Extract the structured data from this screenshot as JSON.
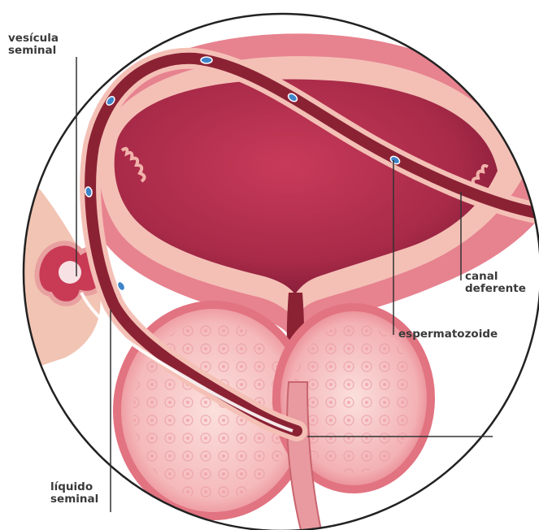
{
  "labels": {
    "vesicula_seminal": [
      "vesícula",
      "seminal"
    ],
    "canal_deferente": [
      "canal",
      "deferente"
    ],
    "espermatozoide": "espermatozoide",
    "liquido_seminal": [
      "líquido",
      "seminal"
    ]
  },
  "colors": {
    "circle_border": "#222222",
    "bladder_outer": "#e7828f",
    "bladder_inner": "#a72a48",
    "wall_light": "#f4c0b6",
    "prostate_outer": "#eb7d86",
    "prostate_inner": "#f6c6c6",
    "duct": "#8b2234",
    "sperm": "#3f84c9",
    "leader_line": "#333333",
    "label_text": "#3a3a3a"
  }
}
